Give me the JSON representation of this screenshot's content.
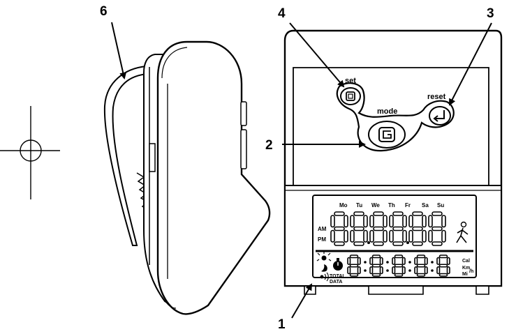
{
  "callouts": [
    {
      "id": "6",
      "label": "6"
    },
    {
      "id": "4",
      "label": "4"
    },
    {
      "id": "3",
      "label": "3"
    },
    {
      "id": "2",
      "label": "2"
    },
    {
      "id": "1",
      "label": "1"
    }
  ],
  "buttons": {
    "set": "set",
    "mode": "mode",
    "reset": "reset"
  },
  "display": {
    "days": [
      "Mo",
      "Tu",
      "We",
      "Th",
      "Fr",
      "Sa",
      "Su"
    ],
    "am": "AM",
    "pm": "PM",
    "top_digits": "888888",
    "bottom_digits": "88888",
    "units": [
      "Cal",
      "Km",
      "Mi"
    ],
    "per_hour": "/h",
    "total": "TOTAL",
    "data": "DATA"
  }
}
